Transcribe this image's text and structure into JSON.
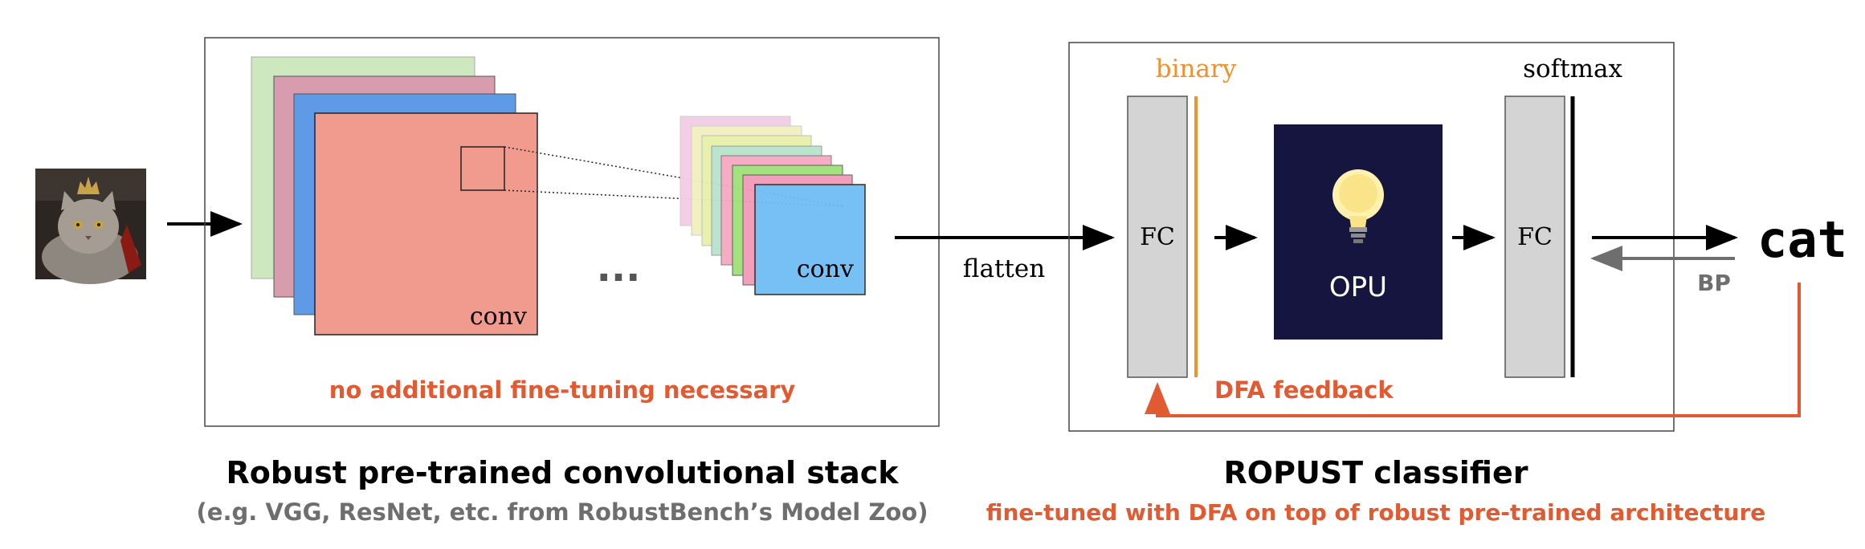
{
  "colors": {
    "orange": "#F0902E",
    "red": "#E05A32",
    "opu_bg": "#15153F",
    "gray_text": "#6E6E6E",
    "fc_fill": "#D4D4D4",
    "conv_salmon": "#F19B8F",
    "conv_blue": "#6FBDF6"
  },
  "input": {
    "image_icon": "cat-photo-icon",
    "output_label": "cat"
  },
  "conv_stack": {
    "conv_label_1": "conv",
    "ellipsis": "...",
    "conv_label_2": "conv",
    "note": "no additional fine-tuning necessary",
    "title": "Robust pre-trained convolutional stack",
    "subtitle": "(e.g. VGG, ResNet, etc. from RobustBench’s Model Zoo)"
  },
  "flatten_label": "flatten",
  "classifier": {
    "binary_label": "binary",
    "fc1_label": "FC",
    "opu_label": "OPU",
    "opu_icon": "light-bulb-icon",
    "fc2_label": "FC",
    "softmax_label": "softmax",
    "bp_label": "BP",
    "dfa_label": "DFA feedback",
    "title": "ROPUST classifier",
    "subtitle": "fine-tuned with DFA on top of robust pre-trained architecture"
  }
}
